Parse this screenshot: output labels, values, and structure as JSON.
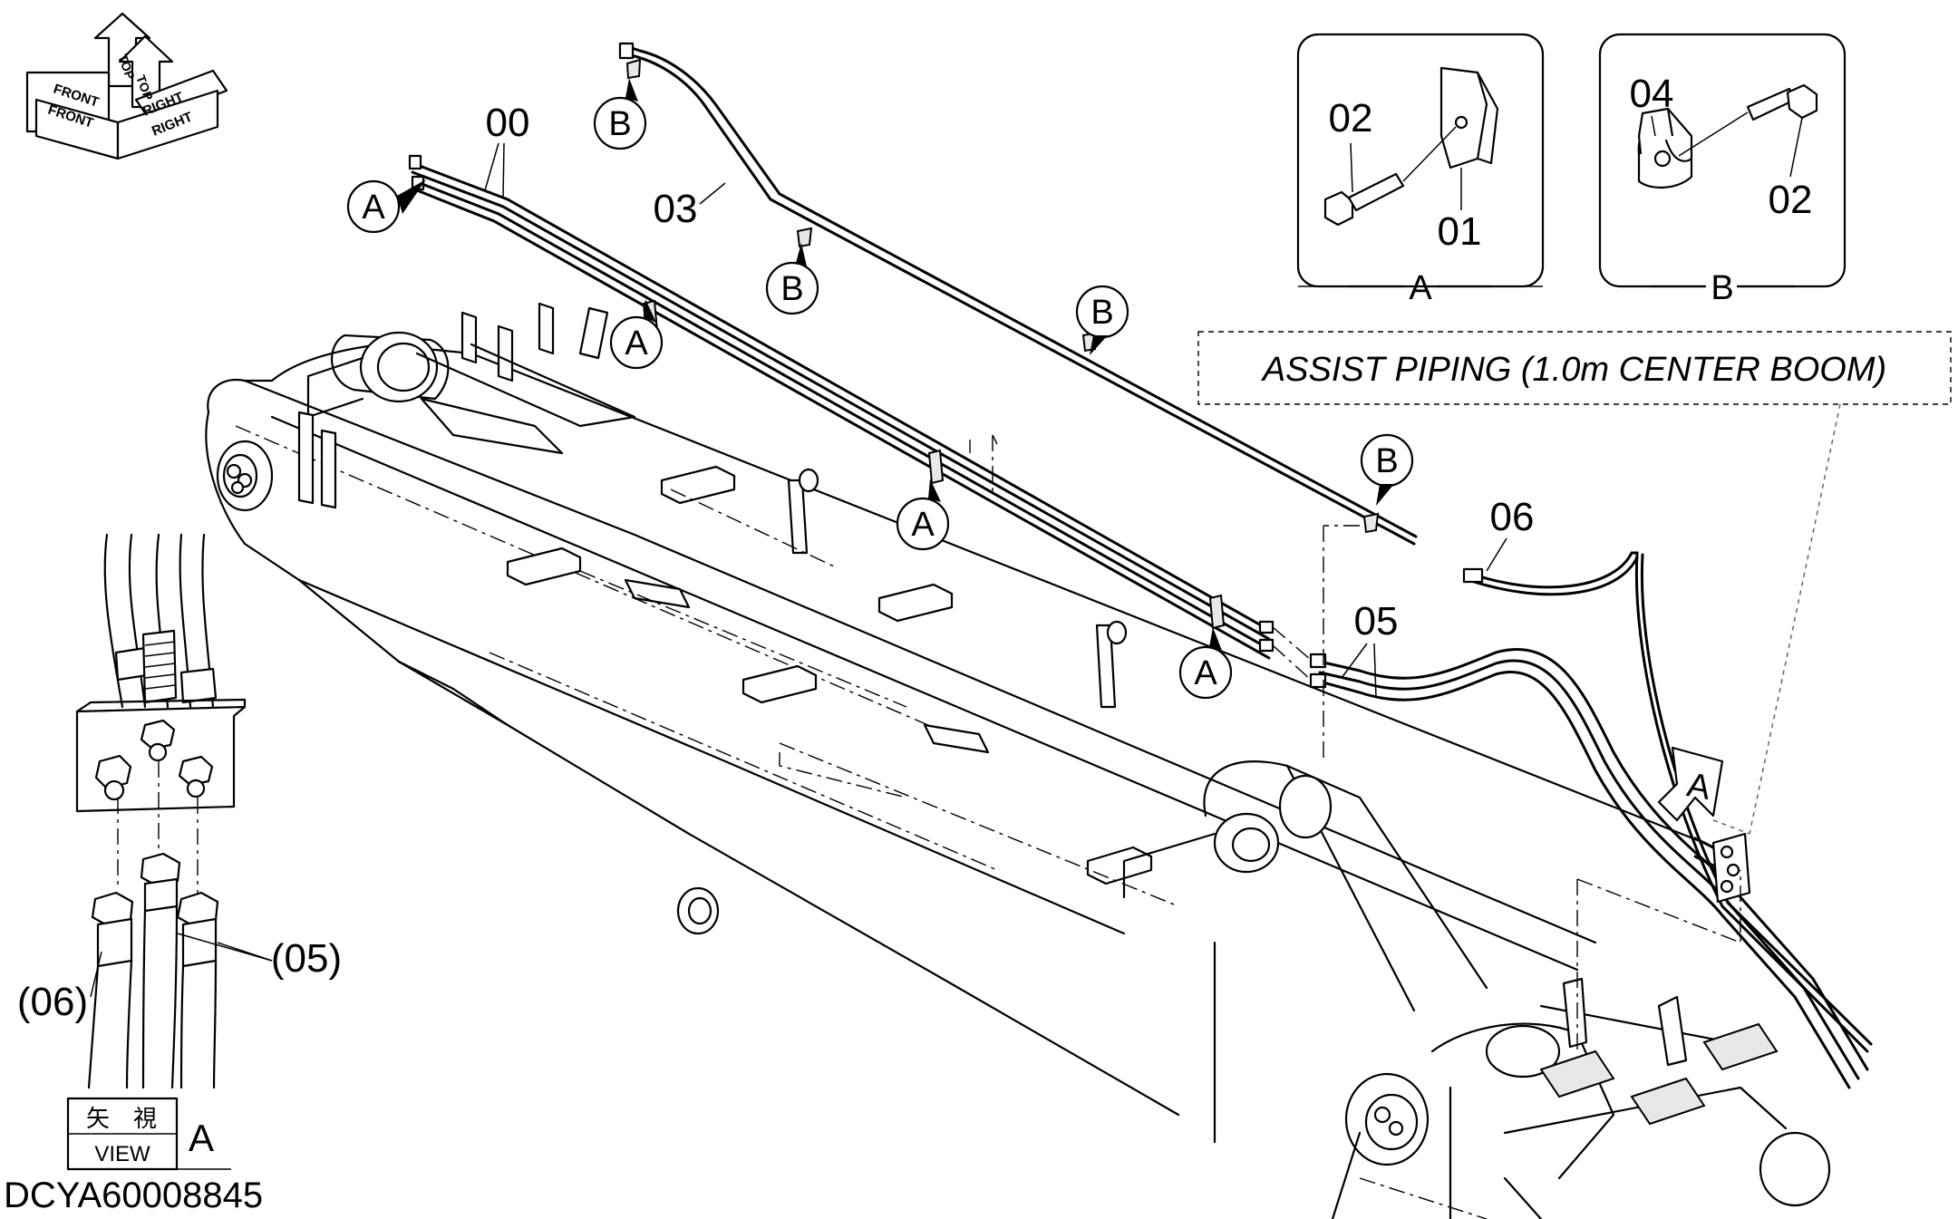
{
  "document": {
    "id": "DCYA60008845",
    "title": "ASSIST PIPING (1.0m CENTER BOOM)"
  },
  "orientation": {
    "top": "TOP",
    "front": "FRONT",
    "right": "RIGHT"
  },
  "parts": {
    "p00": "00",
    "p01": "01",
    "p02": "02",
    "p03": "03",
    "p04": "04",
    "p05": "05",
    "p06": "06"
  },
  "callouts": {
    "a": "A",
    "b": "B"
  },
  "details": {
    "a": {
      "label": "A",
      "clamp": "01",
      "bolt": "02"
    },
    "b": {
      "label": "B",
      "clamp": "04",
      "bolt": "02"
    }
  },
  "view": {
    "kanji_1": "矢",
    "kanji_2": "視",
    "word": "VIEW",
    "letter": "A",
    "label_06": "(06)",
    "label_05": "(05)"
  }
}
